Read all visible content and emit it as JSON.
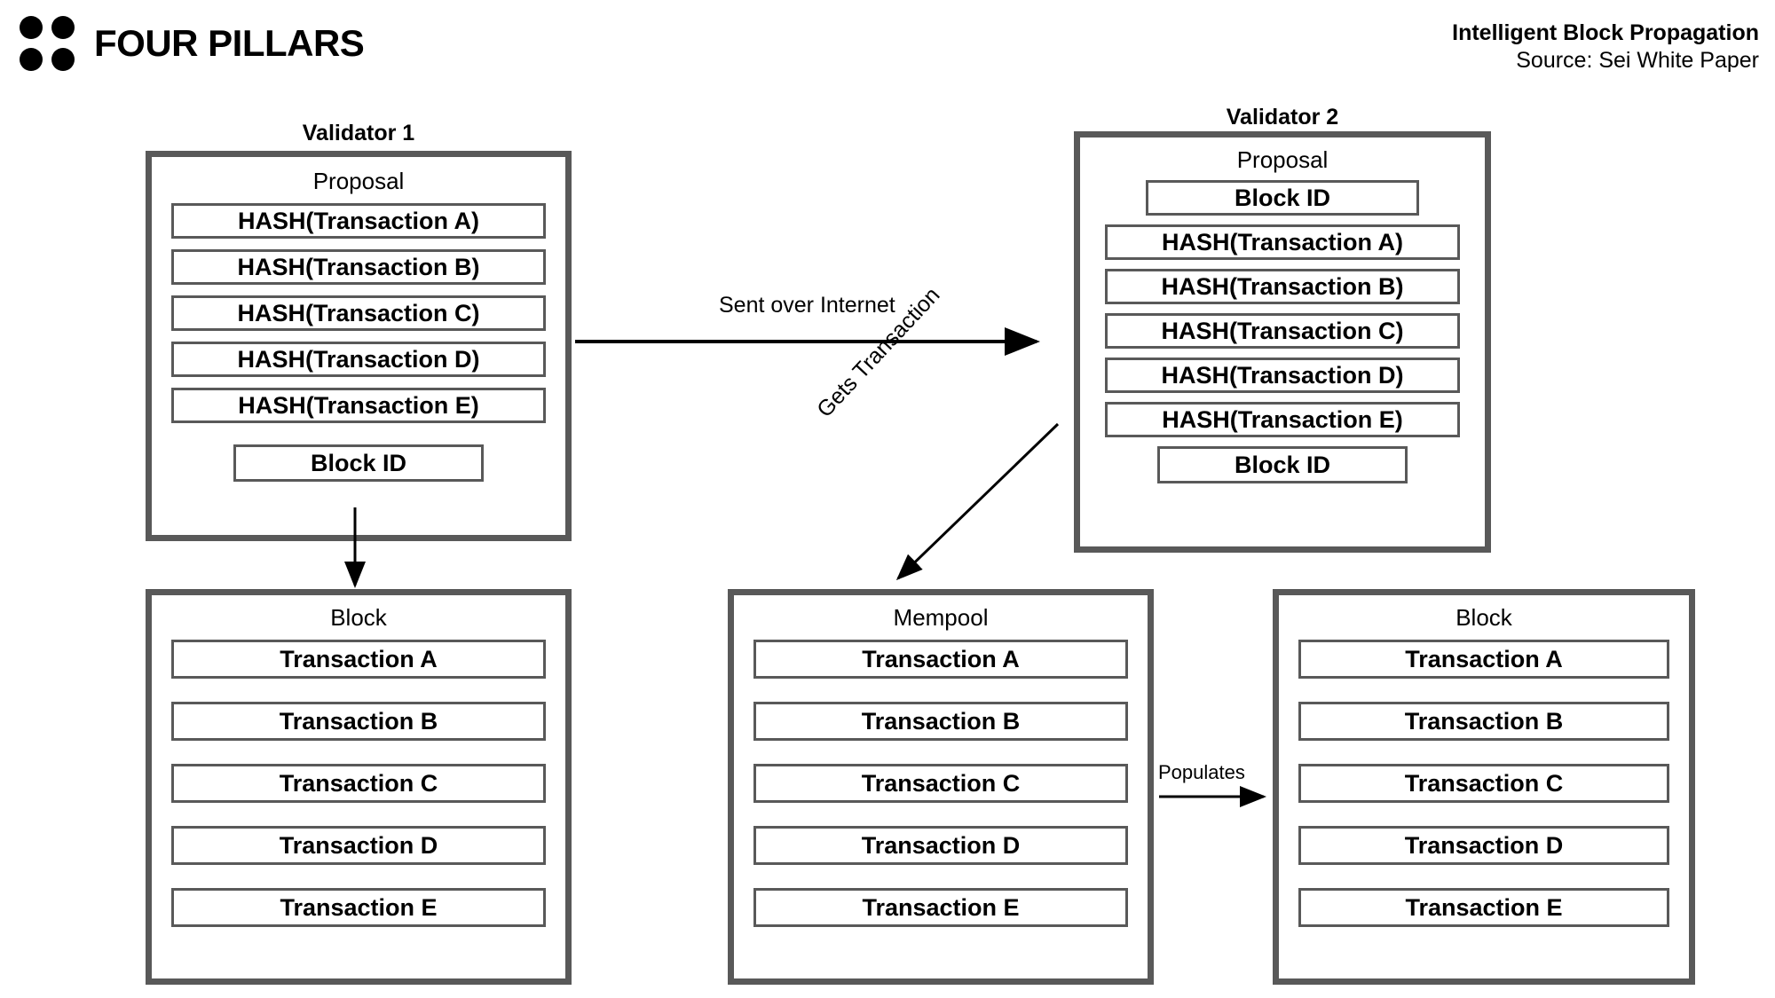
{
  "brand": {
    "name": "FOUR PILLARS",
    "mark_icon": "four-dots-logo-icon",
    "dot_color": "#000000"
  },
  "header": {
    "title": "Intelligent Block Propagation",
    "source": "Source: Sei White Paper"
  },
  "colors": {
    "panel_border": "#595959",
    "row_border": "#595959",
    "background": "#ffffff",
    "text": "#000000",
    "arrow": "#000000"
  },
  "validator1": {
    "caption": "Validator 1",
    "title": "Proposal",
    "hashes": [
      "HASH(Transaction A)",
      "HASH(Transaction B)",
      "HASH(Transaction C)",
      "HASH(Transaction D)",
      "HASH(Transaction E)"
    ],
    "block_id": "Block ID"
  },
  "validator2": {
    "caption": "Validator 2",
    "title": "Proposal",
    "block_id_top": "Block ID",
    "hashes": [
      "HASH(Transaction A)",
      "HASH(Transaction B)",
      "HASH(Transaction C)",
      "HASH(Transaction D)",
      "HASH(Transaction E)"
    ],
    "block_id_bottom": "Block ID"
  },
  "block_left": {
    "title": "Block",
    "transactions": [
      "Transaction A",
      "Transaction B",
      "Transaction C",
      "Transaction D",
      "Transaction E"
    ]
  },
  "mempool": {
    "title": "Mempool",
    "transactions": [
      "Transaction A",
      "Transaction B",
      "Transaction C",
      "Transaction D",
      "Transaction E"
    ]
  },
  "block_right": {
    "title": "Block",
    "transactions": [
      "Transaction A",
      "Transaction B",
      "Transaction C",
      "Transaction D",
      "Transaction E"
    ]
  },
  "edges": {
    "sent_over_internet": "Sent over Internet",
    "gets_transaction": "Gets Transaction",
    "populates": "Populates"
  }
}
